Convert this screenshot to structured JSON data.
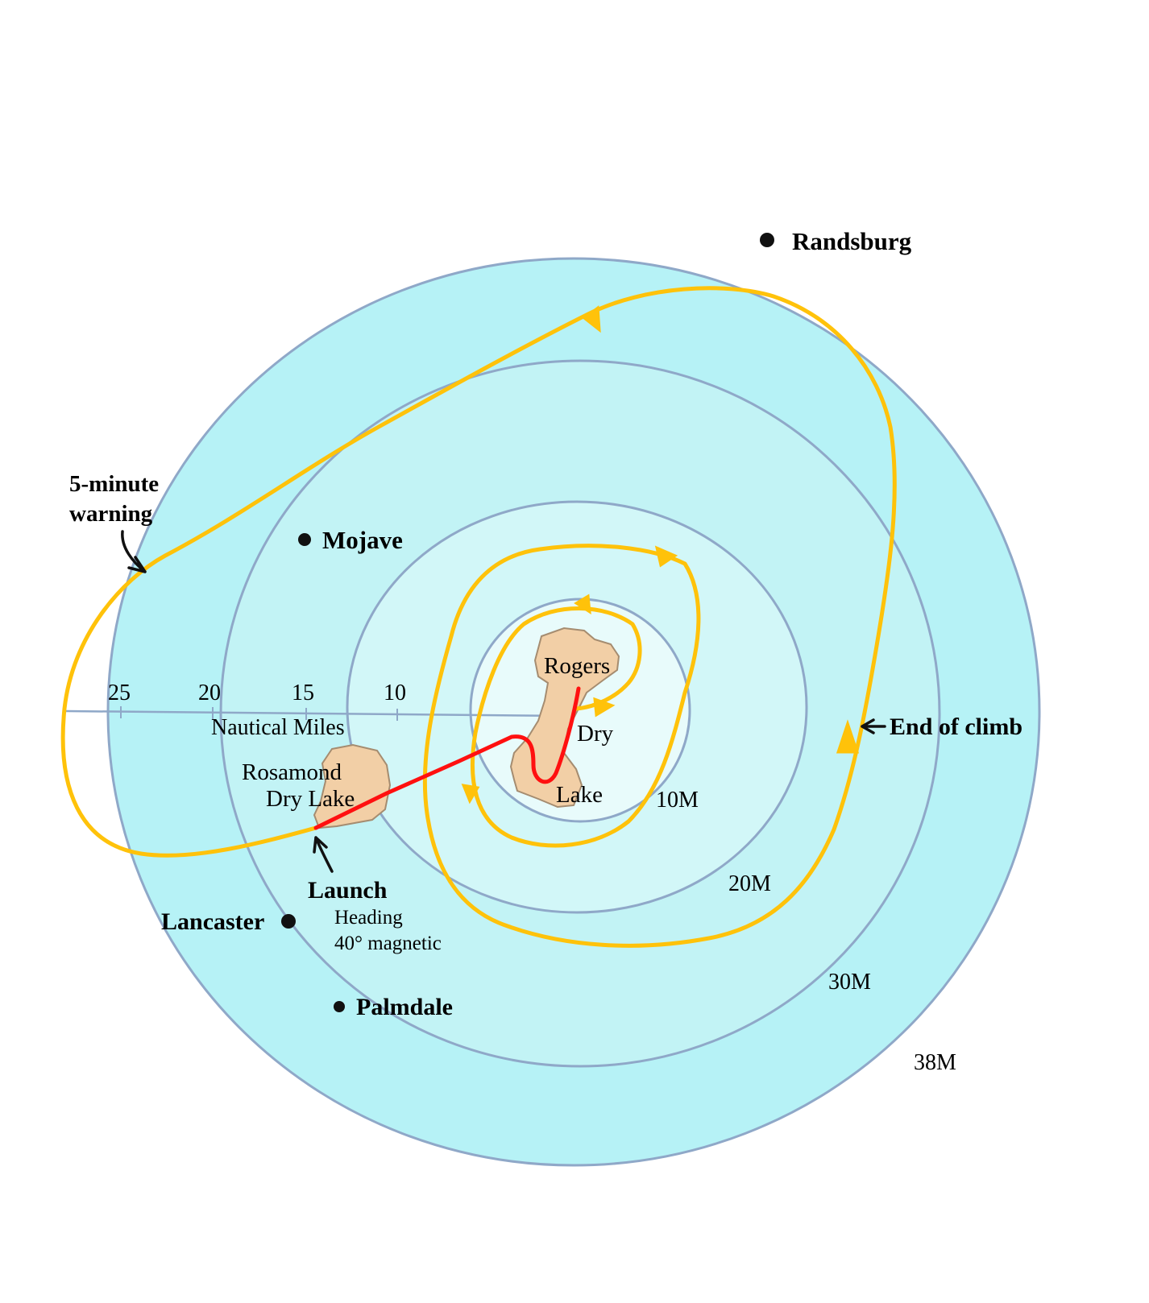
{
  "cities": {
    "randsburg": "Randsburg",
    "mojave": "Mojave",
    "lancaster": "Lancaster",
    "palmdale": "Palmdale"
  },
  "lakes": {
    "rogers_line1": "Rogers",
    "rogers_line2": "Dry",
    "rogers_line3": "Lake",
    "rosamond_line1": "Rosamond",
    "rosamond_line2": "Dry Lake"
  },
  "scale": {
    "ticks": [
      "25",
      "20",
      "15",
      "10"
    ],
    "units": "Nautical Miles"
  },
  "rings": [
    "10M",
    "20M",
    "30M",
    "38M"
  ],
  "annotations": {
    "warning_line1": "5-minute",
    "warning_line2": "warning",
    "launch": "Launch",
    "heading_line1": "Heading",
    "heading_line2": "40° magnetic",
    "end_of_climb": "End of climb"
  },
  "colors": {
    "ring_outer": "#b6f2f6",
    "ring_2": "#c2f3f5",
    "ring_3": "#d2f7f8",
    "ring_inner": "#e8fbfb",
    "ring_stroke": "#8fa8c8",
    "lake_fill": "#f2cfa6",
    "climb_path": "#ff1010",
    "glide_path": "#ffc20a"
  }
}
